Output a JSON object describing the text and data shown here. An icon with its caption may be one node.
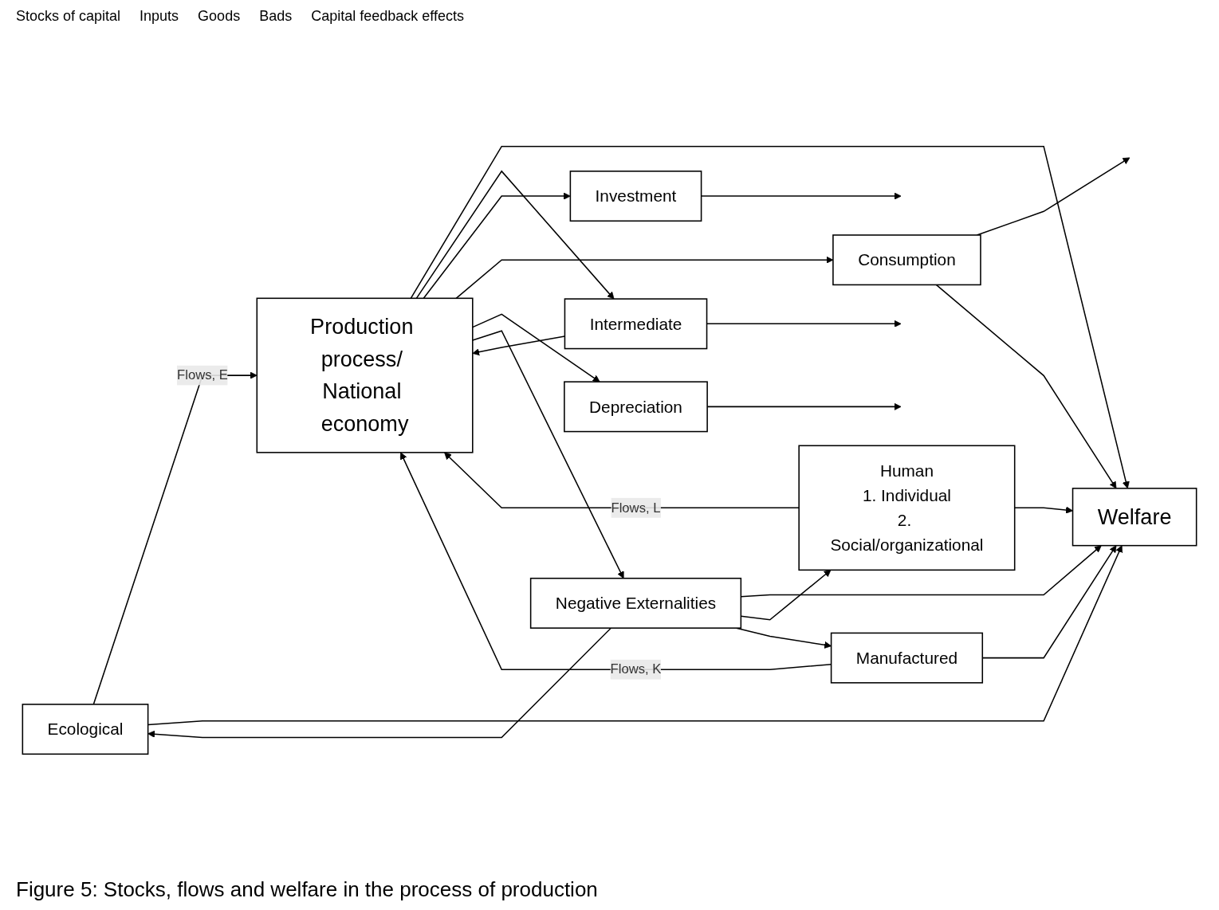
{
  "diagram": {
    "caption": "Figure 5: Stocks, flows and welfare in the process of production",
    "nodes": [
      {
        "text": [
          "Welfare"
        ]
      },
      {
        "text": [
          "Ecological"
        ]
      },
      {
        "text": [
          "Human",
          "1. Individual",
          "2. Social/organizational"
        ]
      },
      {
        "text": [
          "Manufactured"
        ]
      },
      {
        "text": [
          "Production process/ National economy"
        ]
      },
      {
        "text": [
          "Intermediate"
        ]
      },
      {
        "text": [
          "Investment"
        ]
      },
      {
        "text": [
          "Consumption"
        ]
      },
      {
        "text": [
          "Depreciation"
        ]
      },
      {
        "text": [
          "Negative Externalities"
        ]
      }
    ],
    "edges": [
      {
        "from": 1,
        "to": 4,
        "arrow": "to",
        "label": "Flows, E"
      },
      {
        "from": 2,
        "to": 4,
        "arrow": "to",
        "label": "Flows, L"
      },
      {
        "from": 3,
        "to": 4,
        "arrow": "to",
        "label": "Flows, K"
      },
      {
        "from": 4,
        "to": 0,
        "arrow": "to"
      },
      {
        "from": 4,
        "to": 5,
        "arrow": "to"
      },
      {
        "from": 4,
        "to": 6,
        "arrow": "to"
      },
      {
        "from": 4,
        "to": 7,
        "arrow": "to"
      },
      {
        "from": 4,
        "to": 8,
        "arrow": "to"
      },
      {
        "from": 4,
        "to": 9,
        "arrow": "to"
      },
      {
        "from": 5,
        "to": 4,
        "arrow": "to"
      },
      {
        "from": 5,
        "to": null,
        "arrow": "to"
      },
      {
        "from": 6,
        "to": null,
        "arrow": "to"
      },
      {
        "from": 7,
        "to": null,
        "arrow": "to"
      },
      {
        "from": 7,
        "to": 0,
        "arrow": "to"
      },
      {
        "from": 8,
        "to": null,
        "arrow": "to"
      },
      {
        "from": 9,
        "to": 0,
        "arrow": "to"
      },
      {
        "from": 9,
        "to": 1,
        "arrow": "to"
      },
      {
        "from": 9,
        "to": 2,
        "arrow": "to"
      },
      {
        "from": 9,
        "to": 3,
        "arrow": "to"
      },
      {
        "from": 1,
        "to": 0,
        "arrow": "to"
      },
      {
        "from": 2,
        "to": 0,
        "arrow": "to"
      },
      {
        "from": 3,
        "to": 0,
        "arrow": "to"
      }
    ],
    "labels": [
      "Stocks of capital",
      "Inputs",
      "Goods",
      "Bads",
      "Capital feedback effects"
    ]
  }
}
